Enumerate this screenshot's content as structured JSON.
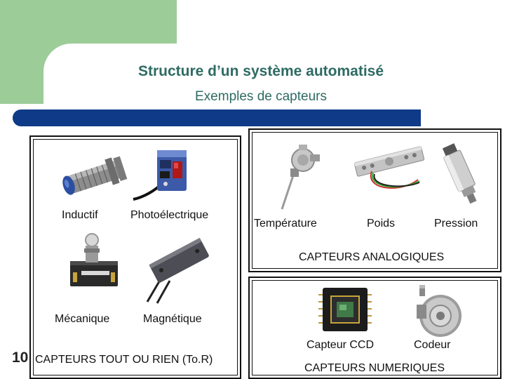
{
  "slide": {
    "title": "Structure d’un système automatisé",
    "subtitle": "Exemples de capteurs",
    "number": "10"
  },
  "tor": {
    "group_label": "CAPTEURS TOUT OU RIEN (To.R)",
    "items": [
      {
        "label": "Inductif",
        "icon": "inductive-sensor-icon"
      },
      {
        "label": "Photoélectrique",
        "icon": "photoelectric-sensor-icon"
      },
      {
        "label": "Mécanique",
        "icon": "mechanical-switch-icon"
      },
      {
        "label": "Magnétique",
        "icon": "magnetic-sensor-icon"
      }
    ]
  },
  "analog": {
    "group_label": "CAPTEURS ANALOGIQUES",
    "items": [
      {
        "label": "Température",
        "icon": "temperature-probe-icon"
      },
      {
        "label": "Poids",
        "icon": "load-cell-icon"
      },
      {
        "label": "Pression",
        "icon": "pressure-sensor-icon"
      }
    ]
  },
  "digital": {
    "group_label": "CAPTEURS NUMERIQUES",
    "items": [
      {
        "label": "Capteur CCD",
        "icon": "ccd-sensor-icon"
      },
      {
        "label": "Codeur",
        "icon": "encoder-icon"
      }
    ]
  },
  "colors": {
    "accent_green": "#9ccc98",
    "title_teal": "#2e6b63",
    "bar_blue": "#0f3a87"
  }
}
